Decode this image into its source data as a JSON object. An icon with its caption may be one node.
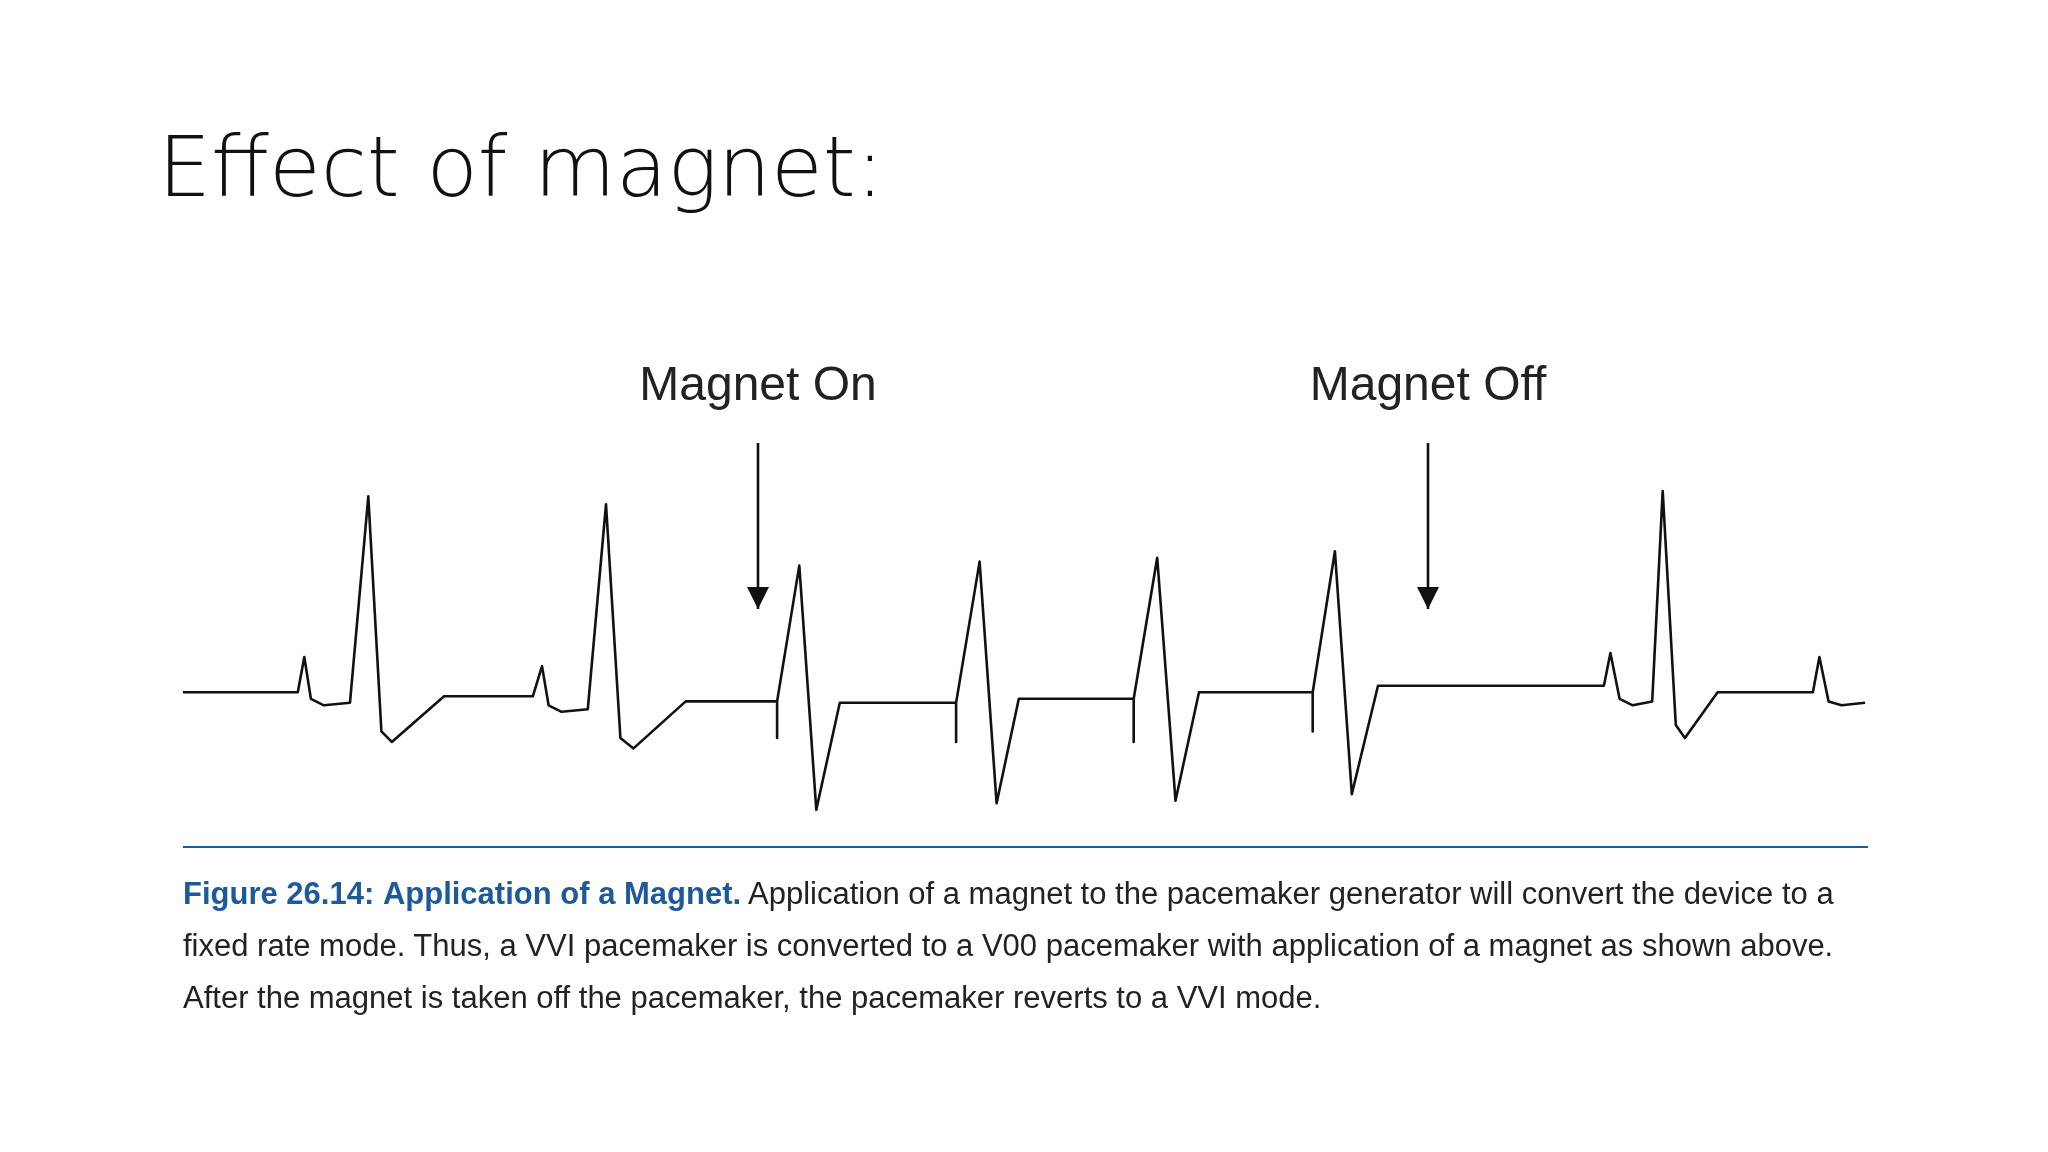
{
  "diagram": {
    "title": "Effect of magnet:",
    "nodes": [
      {
        "text": [
          "Magnet On"
        ]
      },
      {
        "text": [
          "Magnet Off"
        ]
      }
    ],
    "edges": [
      {
        "from": 0,
        "to": null,
        "arrow": "to"
      },
      {
        "from": 1,
        "to": null,
        "arrow": "to"
      }
    ],
    "caption": "**Figure 26.14:** **Application of a Magnet.** Application of a magnet to the pacemaker generator will convert the device to a fixed rate mode. Thus, a VVI pacemaker is converted to a V00 pacemaker with application of a magnet as shown above. After the magnet is taken off the pacemaker, the pacemaker reverts to a VVI mode."
  }
}
